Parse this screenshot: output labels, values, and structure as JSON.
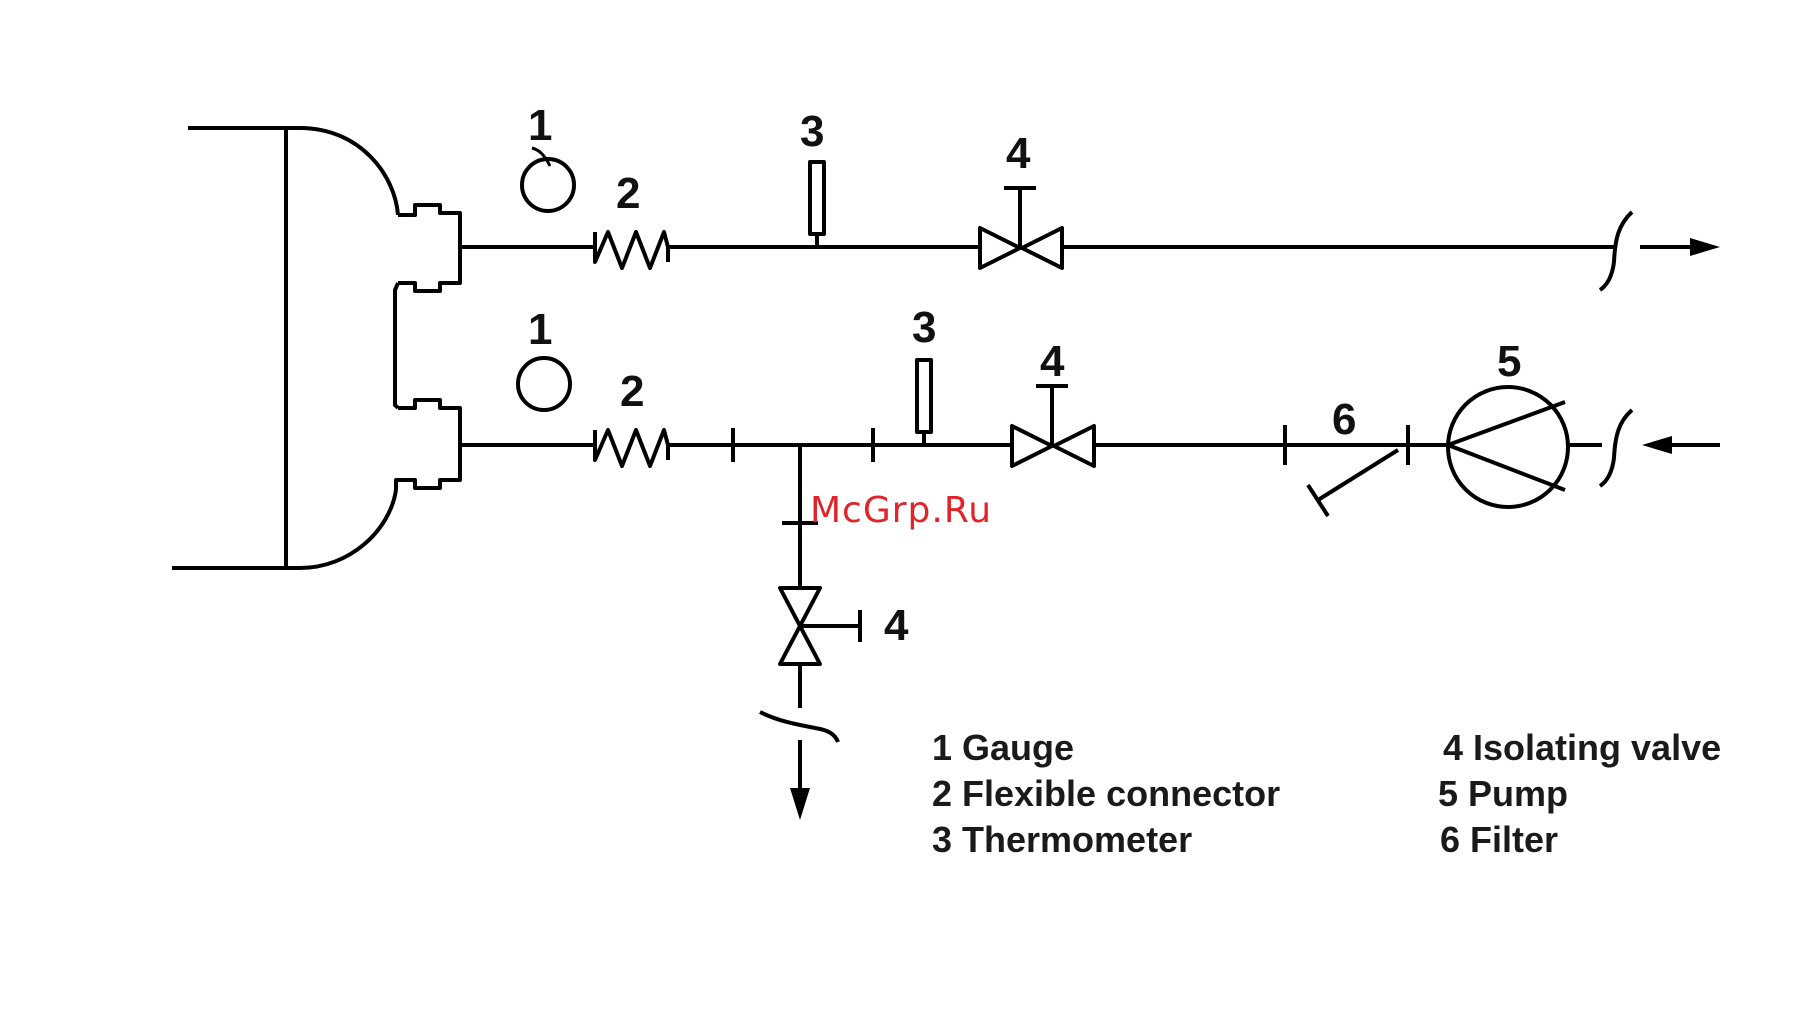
{
  "callouts": {
    "gauge_top": "1",
    "connector_top": "2",
    "thermometer_top": "3",
    "valve_top": "4",
    "gauge_bottom": "1",
    "connector_bottom": "2",
    "thermometer_bottom": "3",
    "valve_bottom": "4",
    "pump": "5",
    "filter": "6",
    "valve_branch": "4"
  },
  "legend": {
    "left": [
      "1 Gauge",
      "2 Flexible connector",
      "3 Thermometer"
    ],
    "right": [
      "4 Isolating valve",
      "5 Pump",
      "6 Filter"
    ]
  },
  "watermark": "McGrp.Ru",
  "colors": {
    "line": "#000000",
    "watermark": "#e0242a",
    "background": "#ffffff"
  }
}
